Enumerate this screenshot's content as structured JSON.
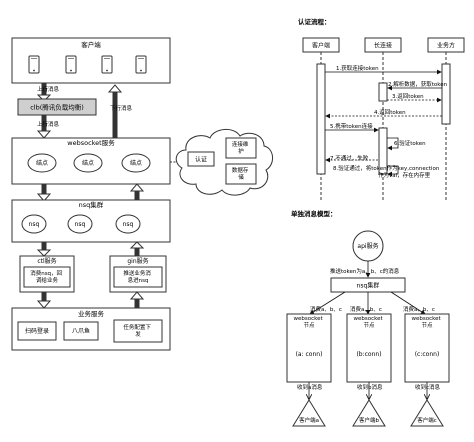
{
  "architecture": {
    "client": {
      "title": "客户端",
      "device_icon": "phone-icon",
      "device_count": 4
    },
    "arrow_up_msg": "上行消息",
    "arrow_down_msg": "下行消息",
    "clb": "clb(腾讯负载均衡)",
    "arrow_up_msg2": "上行消息",
    "websocket": {
      "title": "websocket服务",
      "nodes": [
        "结点",
        "结点",
        "结点"
      ]
    },
    "cloud_items": [
      "认证",
      "连接维护",
      "数据存储"
    ],
    "nsq": {
      "title": "nsq集群",
      "nodes": [
        "nsq",
        "nsq",
        "nsq"
      ]
    },
    "ctl": {
      "title": "ctl服务",
      "body": "消费nsq，回调给业务"
    },
    "gin": {
      "title": "gin服务",
      "body": "推送业务消息进nsq"
    },
    "business": {
      "title": "业务服务",
      "items": [
        "扫码登录",
        "八爪鱼",
        "任务配置下发"
      ]
    }
  },
  "auth_flow": {
    "title": "认证流程：",
    "lanes": [
      "客户端",
      "长连接",
      "业务方"
    ],
    "steps": [
      "1.获取连接token",
      "2.解析数据，获取token",
      "3.返回token",
      "4.返回token",
      "5.携带token连接",
      "6.验证token",
      "7.不通过，失败",
      "8.验证通过，将token作为key,connection作为val，存在内存里"
    ]
  },
  "single_consume": {
    "title": "单独消息模型：",
    "api": "api服务",
    "push_label": "推送token为a、b、c的消息",
    "nsq": "nsq集群",
    "consume_labels": [
      "消费a、b、c",
      "消费a、b、c",
      "消费a、b、c"
    ],
    "ws_nodes": [
      {
        "title": "websocket节点",
        "conn": "(a: conn)",
        "received": "收到a消息",
        "client": "客户端a"
      },
      {
        "title": "websocket节点",
        "conn": "(b:conn)",
        "received": "收到b消息",
        "client": "客户端b"
      },
      {
        "title": "websocket节点",
        "conn": "(c:conn)",
        "received": "收到c消息",
        "client": "客户端c"
      }
    ]
  }
}
